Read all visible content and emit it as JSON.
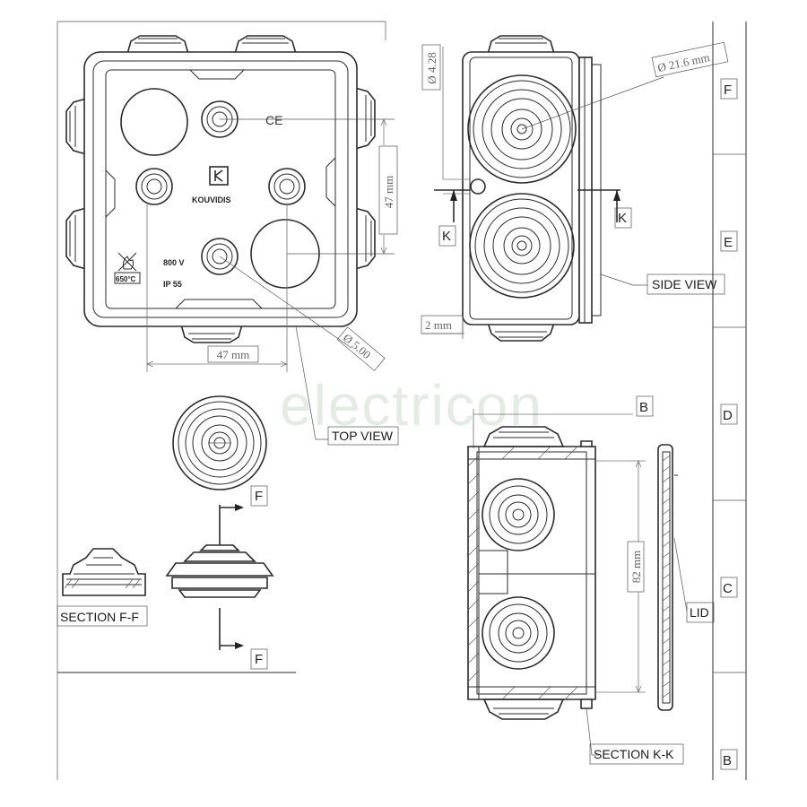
{
  "watermark": "electricon",
  "views": {
    "top_view": "TOP VIEW",
    "side_view": "SIDE VIEW",
    "section_ff": "SECTION F-F",
    "section_kk": "SECTION K-K",
    "lid": "LID"
  },
  "dimensions": {
    "top_width": "47 mm",
    "top_height": "47 mm",
    "hole_small": "Ø 5.00",
    "side_small": "Ø 4.28",
    "side_gland": "Ø 21.6 mm",
    "side_gap": "2 mm",
    "section_height": "82 mm"
  },
  "markings": {
    "brand": "KOUVIDIS",
    "voltage": "800 V",
    "ip": "IP 55",
    "temp": "650°C",
    "ce": "CE"
  },
  "section_letters": {
    "f_top": "F",
    "f_bottom": "F",
    "k_left": "K",
    "k_right": "K",
    "b_top": "B"
  },
  "grid_labels": [
    "F",
    "E",
    "D",
    "C",
    "B"
  ]
}
